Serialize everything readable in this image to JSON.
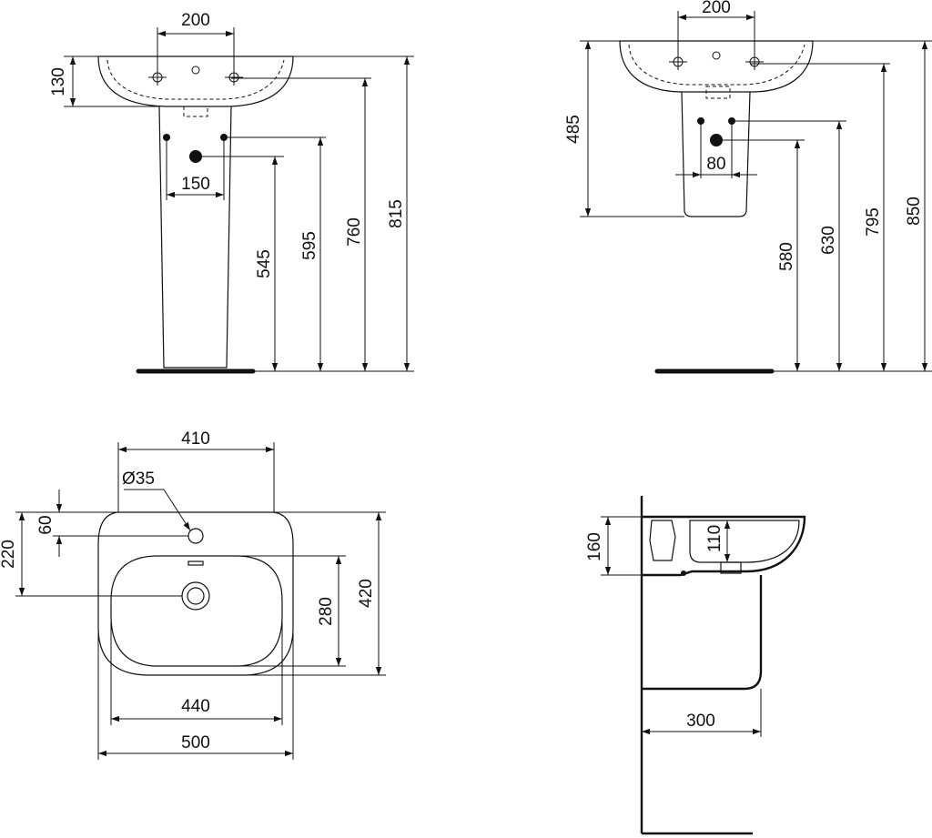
{
  "views": {
    "pedestal_front": {
      "labels": {
        "tap_spacing": "200",
        "basin_height": "130",
        "waste_spacing": "150",
        "supply_height": "545",
        "waste_height": "595",
        "basin_bottom_height": "760",
        "rim_height": "815"
      }
    },
    "semi_pedestal_front": {
      "labels": {
        "tap_spacing": "200",
        "pedestal_height": "485",
        "waste_spacing": "80",
        "supply_height": "580",
        "waste_height": "630",
        "basin_bottom_height": "795",
        "rim_height": "850"
      }
    },
    "plan": {
      "labels": {
        "top_width": "410",
        "hole_diameter": "Ø35",
        "tap_offset": "60",
        "waste_offset": "220",
        "bowl_depth": "280",
        "overall_depth": "420",
        "bowl_width": "440",
        "overall_width": "500"
      }
    },
    "side": {
      "labels": {
        "basin_depth": "160",
        "bowl_depth": "110",
        "projection": "300"
      }
    }
  }
}
